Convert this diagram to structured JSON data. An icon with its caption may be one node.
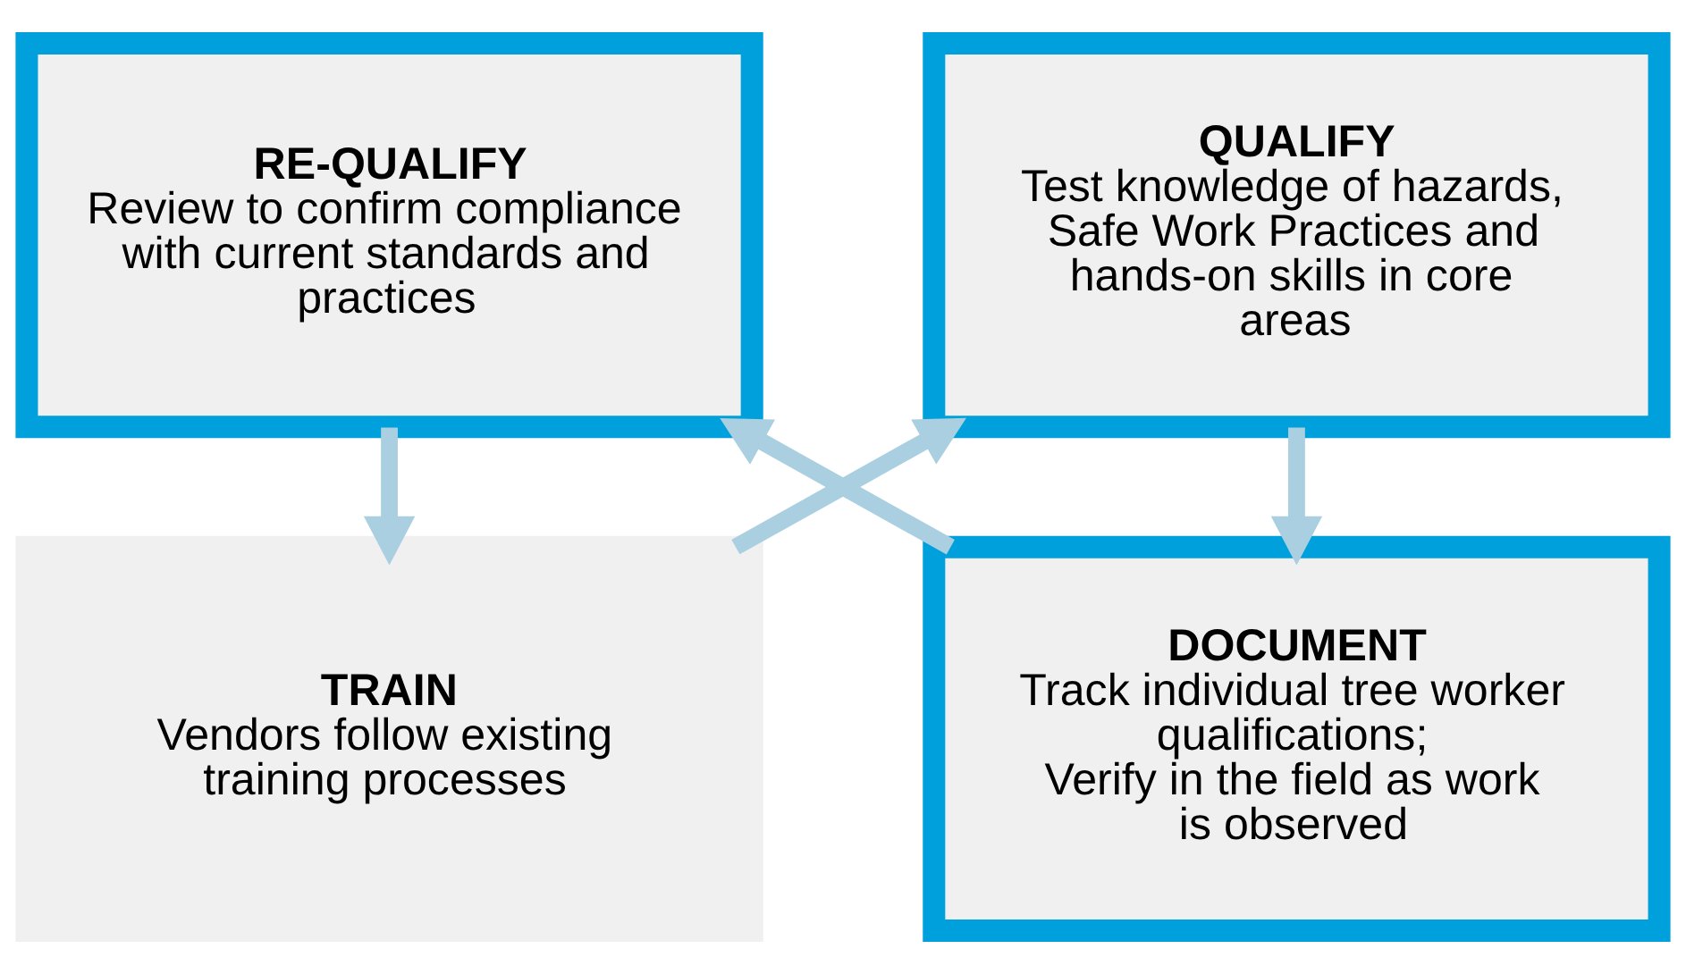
{
  "diagram": {
    "nodes": [
      {
        "text": [
          "TRAIN",
          "Vendors follow existing training processes"
        ]
      },
      {
        "text": [
          "QUALIFY",
          "Test knowledge of hazards, Safe Work Practices and hands-on skills in core areas"
        ]
      },
      {
        "text": [
          "DOCUMENT",
          "Track individual tree worker qualifications;",
          "Verify in the field as work is observed"
        ]
      },
      {
        "text": [
          "RE-QUALIFY",
          "Review to confirm compliance with current standards and practices"
        ]
      }
    ],
    "edges": [
      {
        "from": 0,
        "to": 1,
        "arrow": "to"
      },
      {
        "from": 1,
        "to": 2,
        "arrow": "to"
      },
      {
        "from": 2,
        "to": 3,
        "arrow": "to"
      },
      {
        "from": 3,
        "to": 0,
        "arrow": "to"
      }
    ]
  }
}
